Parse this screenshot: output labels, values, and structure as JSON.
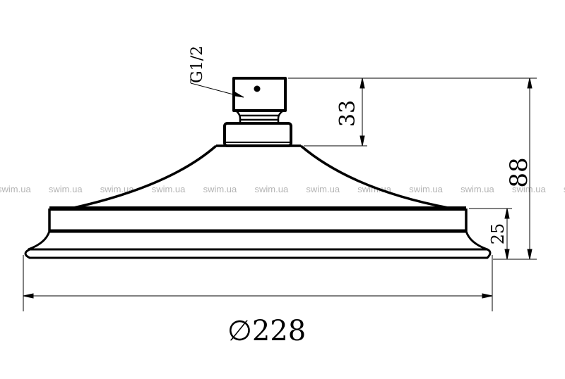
{
  "drawing": {
    "thread_label": "G1/2",
    "dim_connector_height": "33",
    "dim_total_height": "88",
    "dim_base_height": "25",
    "dim_diameter": "∅228"
  },
  "watermark": {
    "text": "swim.ua",
    "color": "#b4b4b4"
  }
}
